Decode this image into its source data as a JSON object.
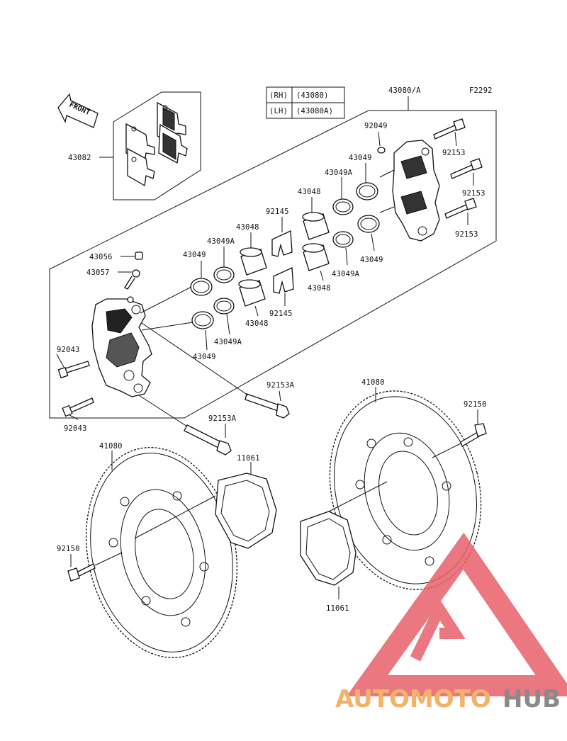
{
  "figure_code": "F2292",
  "legend": {
    "rows": [
      {
        "side": "(RH)",
        "part": "(43080)"
      },
      {
        "side": "(LH)",
        "part": "(43080A)"
      }
    ]
  },
  "front_label": "FRONT",
  "labels": {
    "caliper_assy": "43080/A",
    "pads": "43082",
    "bleeder_cap": "43056",
    "bleeder": "43057",
    "bolt_92043_a": "92043",
    "bolt_92043_b": "92043",
    "seal_43049_1": "43049",
    "seal_43049a_1": "43049A",
    "piston_43048_1": "43048",
    "spring_92145_1": "92145",
    "seal_43049_2": "43049",
    "seal_43049a_2": "43049A",
    "piston_43048_2": "43048",
    "spring_92145_2": "92145",
    "piston_43048_3": "43048",
    "seal_43049a_3": "43049A",
    "seal_43049_3": "43049",
    "piston_43048_4": "43048",
    "seal_43049a_4": "43049A",
    "seal_43049_4": "43049",
    "ring_92049": "92049",
    "bolt_92153_1": "92153",
    "bolt_92153_2": "92153",
    "bolt_92153_3": "92153",
    "bolt_92153a_1": "92153A",
    "bolt_92153a_2": "92153A",
    "disc_left": "41080",
    "disc_right": "41080",
    "shim_left": "11061",
    "shim_right": "11061",
    "bolt_92150_left": "92150",
    "bolt_92150_right": "92150"
  },
  "watermark": {
    "part1": "AUTOMOTO",
    "part2": "HUB"
  },
  "colors": {
    "watermark_triangle": "#e8606a",
    "watermark_orange": "#f3b26a",
    "watermark_gray": "#8a8a8a"
  }
}
